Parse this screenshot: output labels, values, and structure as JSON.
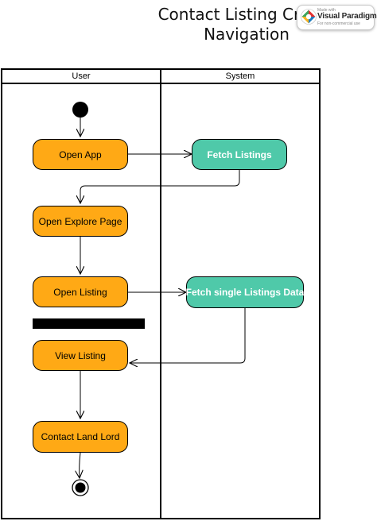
{
  "title": {
    "line1": "Contact Listing Creato",
    "line2": "Navigation"
  },
  "badge": {
    "made_with": "Made with",
    "brand": "Visual Paradigm",
    "note": "For non-commercial use",
    "colors": [
      "#e5302f",
      "#1f7ec1",
      "#f5b323",
      "#3ba55c"
    ]
  },
  "lanes": [
    "User",
    "System"
  ],
  "nodes": [
    {
      "id": "open-app",
      "label": "Open App",
      "lane": "User"
    },
    {
      "id": "open-explore-page",
      "label": "Open Explore Page",
      "lane": "User"
    },
    {
      "id": "open-listing",
      "label": "Open Listing",
      "lane": "User"
    },
    {
      "id": "view-listing",
      "label": "View Listing",
      "lane": "User"
    },
    {
      "id": "contact-land-lord",
      "label": "Contact Land Lord",
      "lane": "User"
    },
    {
      "id": "fetch-listings",
      "label": "Fetch  Listings",
      "lane": "System"
    },
    {
      "id": "fetch-single-listings-data",
      "label": "Fetch single Listings Data",
      "lane": "System"
    }
  ],
  "colors": {
    "user_action": "#ffa915",
    "system_action": "#4fc9a9",
    "line": "#000000"
  }
}
